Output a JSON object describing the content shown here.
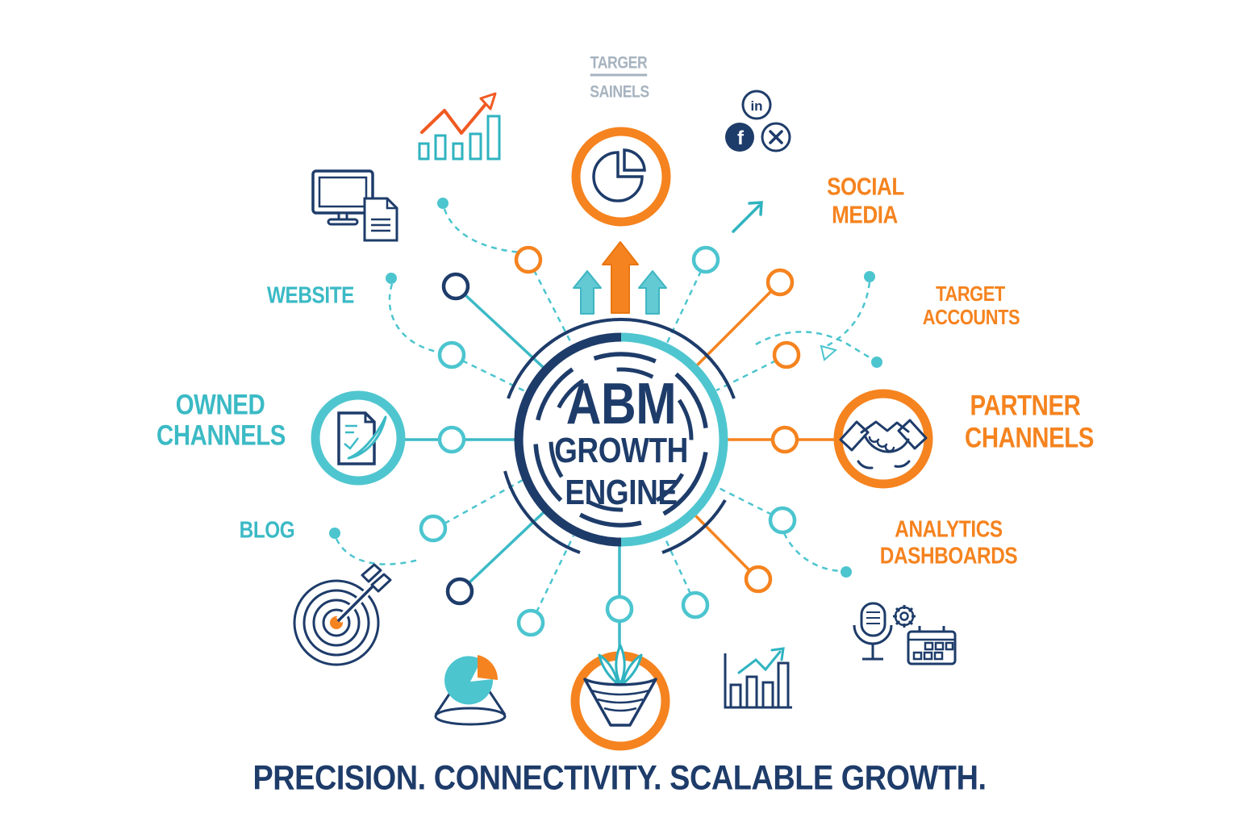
{
  "title": "ABM Growth Engine infographic",
  "colors": {
    "navy": "#1e3c6a",
    "teal": "#3bbac5",
    "teal_ring": "#4fc6cf",
    "orange": "#f5831f",
    "grey": "#a6b3bf",
    "background": "#ffffff"
  },
  "hub": {
    "line1": "ABM",
    "line2": "GROWTH",
    "line3": "ENGINE"
  },
  "ghost_label": {
    "line1": "TARGER",
    "line2": "SAINELS"
  },
  "labels": {
    "website": "WEBSITE",
    "owned_channels_line1": "OWNED",
    "owned_channels_line2": "CHANNELS",
    "blog": "BLOG",
    "social_media_line1": "SOCIAL",
    "social_media_line2": "MEDIA",
    "target_accounts_line1": "TARGET",
    "target_accounts_line2": "ACCOUNTS",
    "partner_channels_line1": "PARTNER",
    "partner_channels_line2": "CHANNELS",
    "analytics_dashboards_line1": "ANALYTICS",
    "analytics_dashboards_line2": "DASHBOARDS"
  },
  "social": {
    "linkedin_text": "in",
    "facebook_text": "f"
  },
  "tagline": "PRECISION. CONNECTIVITY. SCALABLE GROWTH.",
  "icons": [
    "growth-bar-chart-icon",
    "desktop-monitor-icon",
    "pie-chart-icon",
    "linkedin-icon",
    "facebook-icon",
    "x-close-icon",
    "trend-arrow-icon",
    "up-arrows-icon",
    "document-check-icon",
    "handshake-icon",
    "dartboard-target-icon",
    "pie-cone-icon",
    "funnel-leads-icon",
    "axis-bar-chart-icon",
    "microphone-icon",
    "gear-icon",
    "calendar-icon"
  ]
}
